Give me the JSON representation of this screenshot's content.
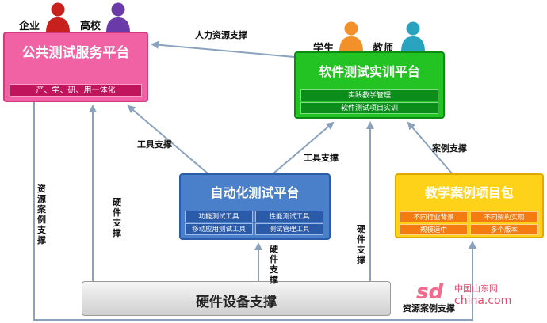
{
  "people": {
    "enterprise": "企业",
    "university": "高校",
    "student": "学生",
    "teacher": "教师"
  },
  "public_platform": {
    "title": "公共测试服务平台",
    "subtitle": "产、学、研、用一体化"
  },
  "training_platform": {
    "title": "软件测试实训平台",
    "items": [
      "实践教学管理",
      "软件测试项目实训"
    ]
  },
  "automation_platform": {
    "title": "自动化测试平台",
    "items": [
      "功能测试工具",
      "性能测试工具",
      "移动应用测试工具",
      "测试管理工具"
    ]
  },
  "case_package": {
    "title": "教学案例项目包",
    "items": [
      "不同行业背景",
      "不同架构实现",
      "规模适中",
      "多个版本"
    ]
  },
  "hardware": {
    "title": "硬件设备支撑"
  },
  "edges": {
    "human_resource": "人力资源支撑",
    "tool_left": "工具支撑",
    "tool_right": "工具支撑",
    "case_support": "案例支撑",
    "resource_case_left": "资源案例支撑",
    "hardware_left": "硬件支撑",
    "hardware_mid": "硬件支撑",
    "hardware_right": "硬件支撑",
    "resource_case_bottom": "资源案例支撑"
  },
  "watermark": {
    "main": "sd",
    "cn": "中国山东网",
    "domain": "china.com"
  },
  "colors": {
    "public": "#f062a3",
    "training": "#22c322",
    "automation": "#4a7fc9",
    "case": "#ffd21a",
    "arrow": "#7f98b3"
  },
  "icons": {
    "enterprise": "person-red-icon",
    "university": "person-purple-icon",
    "student": "person-orange-icon",
    "teacher": "person-teal-icon"
  }
}
